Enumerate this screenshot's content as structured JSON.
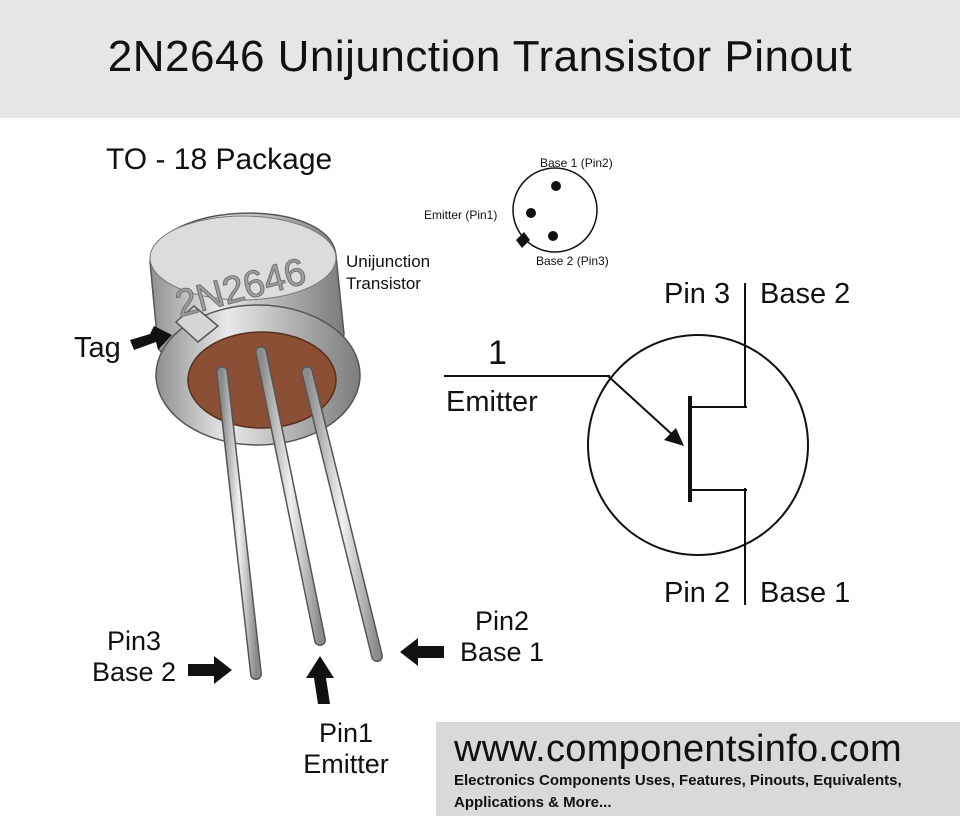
{
  "header": {
    "title": "2N2646 Unijunction Transistor Pinout"
  },
  "package": {
    "title": "TO - 18 Package",
    "marking": "2N2646",
    "type_line1": "Unijunction",
    "type_line2": "Transistor",
    "tag_label": "Tag"
  },
  "pins": {
    "pin3": {
      "line1": "Pin3",
      "line2": "Base 2"
    },
    "pin2": {
      "line1": "Pin2",
      "line2": "Base 1"
    },
    "pin1": {
      "line1": "Pin1",
      "line2": "Emitter"
    }
  },
  "bottom_view": {
    "base1": "Base 1 (Pin2)",
    "emitter": "Emitter (Pin1)",
    "base2": "Base 2 (Pin3)"
  },
  "symbol": {
    "emitter_number": "1",
    "emitter_label": "Emitter",
    "top_pin": "Pin 3",
    "top_name": "Base 2",
    "bottom_pin": "Pin 2",
    "bottom_name": "Base 1"
  },
  "footer": {
    "url": "www.componentsinfo.com",
    "tagline": "Electronics Components Uses, Features, Pinouts, Equivalents, Applications & More..."
  },
  "colors": {
    "header_bg": "#e6e6e6",
    "footer_bg": "#d9d9d9",
    "metal": "#bfbfbf",
    "base_brown": "#8a4f35"
  }
}
